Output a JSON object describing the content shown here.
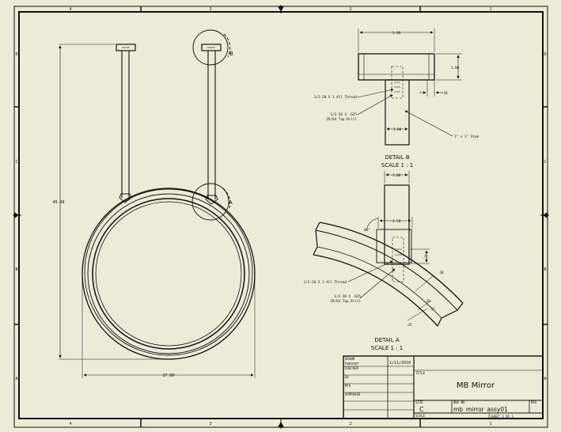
{
  "zones": {
    "top": [
      "4",
      "3",
      "2",
      "1"
    ],
    "bottom": [
      "4",
      "3",
      "2",
      "1"
    ],
    "left": [
      "D",
      "C",
      "B",
      "A"
    ],
    "right": [
      "D",
      "C",
      "B",
      "A"
    ]
  },
  "main_view": {
    "height_dim": "49.98",
    "width_dim": "27.00",
    "callout_b": "B",
    "callout_a": "A"
  },
  "detail_b": {
    "title": "DETAIL B",
    "scale": "SCALE 1 : 1",
    "dim_top": "3.00",
    "dim_right": "1.00",
    "dim_small": ".16",
    "dim_stem": "1.00",
    "note_thread": "1/2-20 X 1 All Thread",
    "note_tap_1": "1/2-20 X .625",
    "note_tap_2": "29/64 Tap Drill",
    "note_stem": "1\" x 1\" Stem"
  },
  "detail_a": {
    "title": "DETAIL A",
    "scale": "SCALE 1 : 1",
    "dim_top": "1.00",
    "dim_mid": "1.50",
    "dim_angle": "65°",
    "dim_r1": ".75",
    "dim_r2": ".38",
    "dim_r3": ".20",
    "dim_r4": ".17",
    "dim_r5": ".25",
    "note_thread": "1/2-20 X 1 All Thread",
    "note_tap_1": "1/2-20 X .625",
    "note_tap_2": "29/64 Tap Drill"
  },
  "title_block": {
    "drawn_label": "DRAWN",
    "drawn_by": "hancer",
    "date": "1/11/2010",
    "checked_label": "CHECKED",
    "qa_label": "QA",
    "mfg_label": "MFG",
    "approved_label": "APPROVED",
    "title_label": "TITLE",
    "title": "MB Mirror",
    "size_label": "SIZE",
    "size": "C",
    "dwg_label": "DWG NO",
    "dwg_no": "mb_mirror_assy01",
    "rev_label": "REV",
    "scale_label": "SCALE",
    "sheet": "SHEET 1  OF 1"
  }
}
